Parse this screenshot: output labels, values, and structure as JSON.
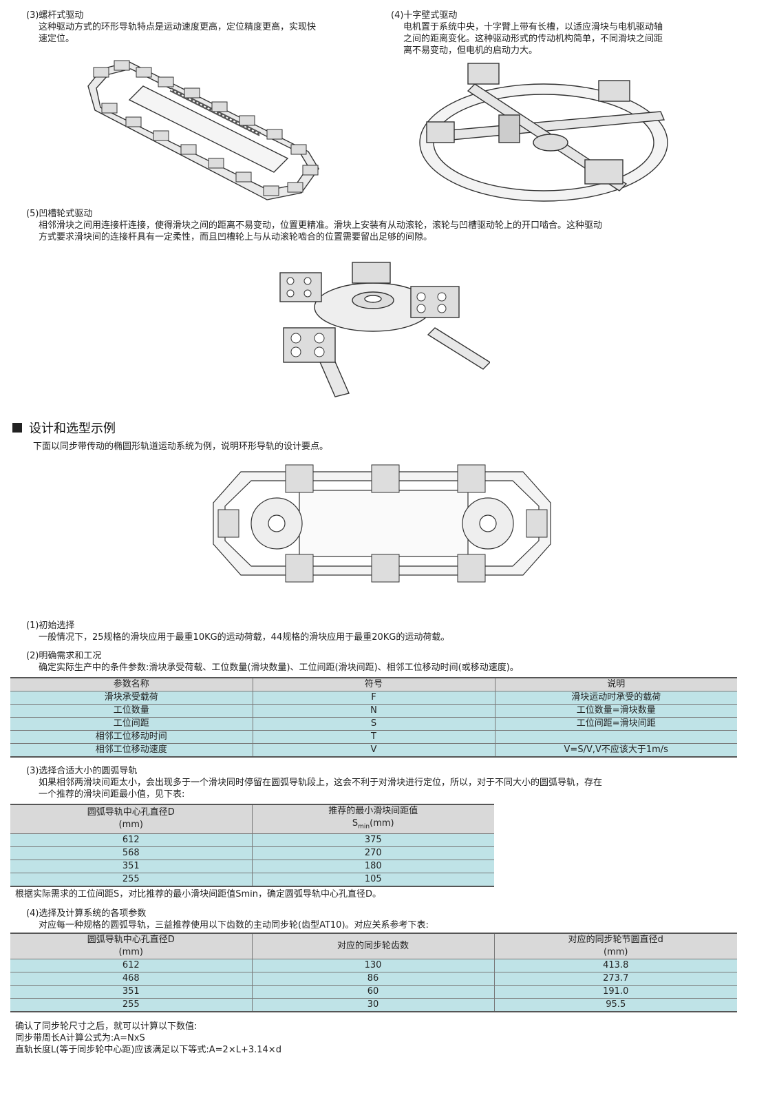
{
  "drive3": {
    "heading": "(3)螺杆式驱动",
    "lines": [
      "这种驱动方式的环形导轨特点是运动速度更高，定位精度更高，实现快",
      "速定位。"
    ]
  },
  "drive4": {
    "heading": "(4)十字壁式驱动",
    "lines": [
      "电机置于系统中央，十字臂上带有长槽，以适应滑块与电机驱动轴",
      "之间的距离变化。这种驱动形式的传动机构简单，不同滑块之间距",
      "离不易变动，但电机的启动力大。"
    ]
  },
  "drive5": {
    "heading": "(5)凹槽轮式驱动",
    "lines": [
      "相邻滑块之间用连接杆连接，使得滑块之间的距离不易变动，位置更精准。滑块上安装有从动滚轮，滚轮与凹槽驱动轮上的开口啮合。这种驱动",
      "方式要求滑块间的连接杆具有一定柔性，而且凹槽轮上与从动滚轮啮合的位置需要留出足够的间隙。"
    ]
  },
  "section": {
    "title": "设计和选型示例",
    "intro": "下面以同步带传动的椭圆形轨道运动系统为例，说明环形导轨的设计要点。"
  },
  "step1": {
    "heading": "(1)初始选择",
    "text": "一般情况下，25规格的滑块应用于最重10KG的运动荷载，44规格的滑块应用于最重20KG的运动荷载。"
  },
  "step2": {
    "heading": "(2)明确需求和工况",
    "text": "确定实际生产中的条件参数:滑块承受荷载、工位数量(滑块数量)、工位间距(滑块间距)、相邻工位移动时间(或移动速度)。",
    "table": {
      "headers": [
        "参数名称",
        "符号",
        "说明"
      ],
      "rows": [
        [
          "滑块承受载荷",
          "F",
          "滑块运动时承受的载荷"
        ],
        [
          "工位数量",
          "N",
          "工位数量=滑块数量"
        ],
        [
          "工位间距",
          "S",
          "工位间距=滑块间距"
        ],
        [
          "相邻工位移动时间",
          "T",
          ""
        ],
        [
          "相邻工位移动速度",
          "V",
          "V=S/V,V不应该大于1m/s"
        ]
      ]
    }
  },
  "step3": {
    "heading": "(3)选择合适大小的圆弧导轨",
    "lines": [
      "如果相邻两滑块间距太小，会出现多于一个滑块同时停留在圆弧导轨段上，这会不利于对滑块进行定位，所以，对于不同大小的圆弧导轨，存在",
      "一个推荐的滑块间距最小值，见下表:"
    ],
    "table": {
      "h1a": "圆弧导轨中心孔直径D",
      "h1b": "(mm)",
      "h2a": "推荐的最小滑块间距值",
      "h2b_s": "S",
      "h2b_sub": "min",
      "h2b_unit": "(mm)",
      "rows": [
        [
          "612",
          "375"
        ],
        [
          "568",
          "270"
        ],
        [
          "351",
          "180"
        ],
        [
          "255",
          "105"
        ]
      ]
    },
    "note": "根据实际需求的工位间距S，对比推荐的最小滑块间距值Smin，确定圆弧导轨中心孔直径D。"
  },
  "step4": {
    "heading": "(4)选择及计算系统的各项参数",
    "text": "对应每一种规格的圆弧导轨，三益推荐使用以下齿数的主动同步轮(齿型AT10)。对应关系参考下表:",
    "table": {
      "h1a": "圆弧导轨中心孔直径D",
      "h1b": "(mm)",
      "h2": "对应的同步轮齿数",
      "h3a": "对应的同步轮节圆直径d",
      "h3b": "(mm)",
      "rows": [
        [
          "612",
          "130",
          "413.8"
        ],
        [
          "468",
          "86",
          "273.7"
        ],
        [
          "351",
          "60",
          "191.0"
        ],
        [
          "255",
          "30",
          "95.5"
        ]
      ]
    }
  },
  "final": {
    "lines": [
      "确认了同步轮尺寸之后，就可以计算以下数值:",
      "同步带周长A计算公式为:A=NxS",
      "直轨长度L(等于同步轮中心距)应该满足以下等式:A=2×L+3.14×d"
    ]
  }
}
